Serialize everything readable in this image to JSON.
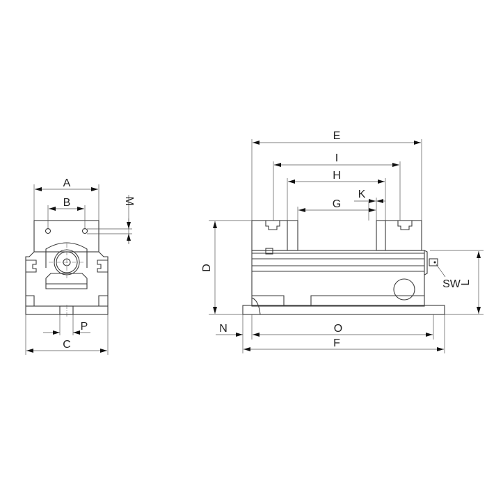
{
  "labels": {
    "A": "A",
    "B": "B",
    "C": "C",
    "M": "M",
    "P": "P",
    "D": "D",
    "E": "E",
    "F": "F",
    "G": "G",
    "H": "H",
    "I": "I",
    "K": "K",
    "L": "L",
    "N": "N",
    "O": "O",
    "SW": "SW"
  }
}
